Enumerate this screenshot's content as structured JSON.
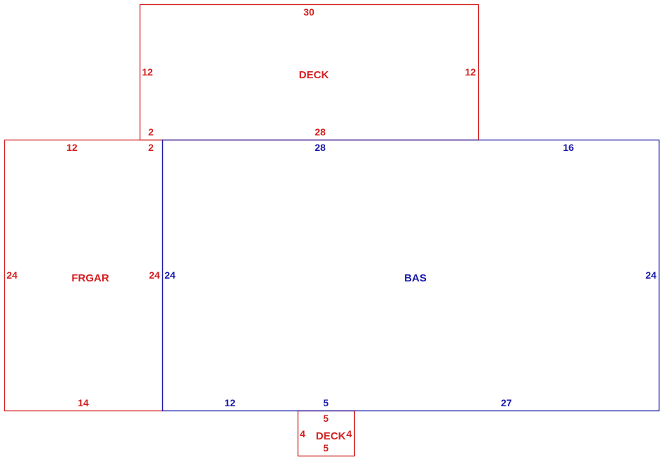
{
  "colors": {
    "secondary_area": "#d42020",
    "main_area": "#1a1aa8"
  },
  "areas": {
    "deck_top": {
      "name": "DECK",
      "dims": {
        "top": "30",
        "left": "12",
        "right": "12",
        "bottom_left": "2",
        "bottom": "28"
      }
    },
    "garage": {
      "name": "FRGAR",
      "dims": {
        "top": "12",
        "top_right": "2",
        "left": "24",
        "right": "24",
        "bottom": "14"
      }
    },
    "bas": {
      "name": "BAS",
      "dims": {
        "top_left": "28",
        "top_right": "16",
        "left": "24",
        "right": "24",
        "bottom_left": "12",
        "bottom_mid": "5",
        "bottom_right": "27"
      }
    },
    "deck_bottom": {
      "name": "DECK",
      "dims": {
        "top": "5",
        "left": "4",
        "right": "4",
        "bottom": "5"
      }
    }
  }
}
